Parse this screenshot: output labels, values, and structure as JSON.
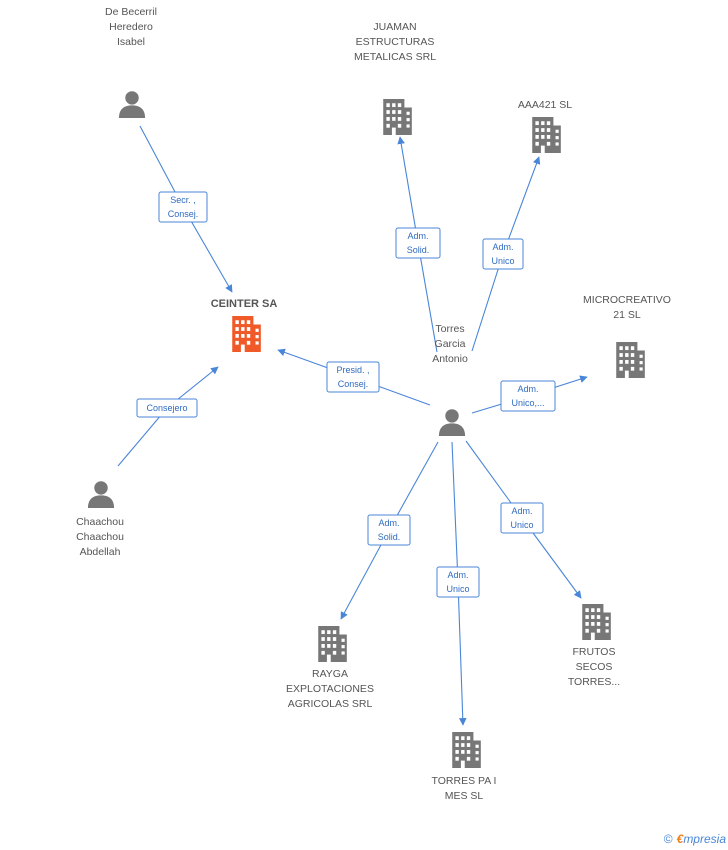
{
  "colors": {
    "edge": "#4a86d8",
    "company": "#777777",
    "focus": "#f05a28",
    "person": "#777777"
  },
  "nodes": [
    {
      "id": "ceinter",
      "type": "company-focus",
      "lines": [
        "CEINTER SA"
      ]
    },
    {
      "id": "becerril",
      "type": "person",
      "lines": [
        "De Becerril",
        "Heredero",
        "Isabel"
      ]
    },
    {
      "id": "chaachou",
      "type": "person",
      "lines": [
        "Chaachou",
        "Chaachou",
        "Abdellah"
      ]
    },
    {
      "id": "torres",
      "type": "person",
      "lines": [
        "Torres",
        "Garcia",
        "Antonio"
      ]
    },
    {
      "id": "juaman",
      "type": "company",
      "lines": [
        "JUAMAN",
        "ESTRUCTURAS",
        "METALICAS SRL"
      ]
    },
    {
      "id": "aaa421",
      "type": "company",
      "lines": [
        "AAA421 SL"
      ]
    },
    {
      "id": "microcreativo",
      "type": "company",
      "lines": [
        "MICROCREATIVO",
        "21 SL"
      ]
    },
    {
      "id": "frutos",
      "type": "company",
      "lines": [
        "FRUTOS",
        "SECOS",
        "TORRES..."
      ]
    },
    {
      "id": "torrespa",
      "type": "company",
      "lines": [
        "TORRES PA I",
        "MES  SL"
      ]
    },
    {
      "id": "rayga",
      "type": "company",
      "lines": [
        "RAYGA",
        "EXPLOTACIONES",
        "AGRICOLAS SRL"
      ]
    }
  ],
  "edges": [
    {
      "id": "becerril-ceinter",
      "lines": [
        "Secr. ,",
        "Consej."
      ]
    },
    {
      "id": "chaachou-ceinter",
      "lines": [
        "Consejero"
      ]
    },
    {
      "id": "torres-ceinter",
      "lines": [
        "Presid. ,",
        "Consej."
      ]
    },
    {
      "id": "torres-juaman",
      "lines": [
        "Adm.",
        "Solid."
      ]
    },
    {
      "id": "torres-aaa421",
      "lines": [
        "Adm.",
        "Unico"
      ]
    },
    {
      "id": "torres-microcreativo",
      "lines": [
        "Adm.",
        "Unico,..."
      ]
    },
    {
      "id": "torres-frutos",
      "lines": [
        "Adm.",
        "Unico"
      ]
    },
    {
      "id": "torres-torrespa",
      "lines": [
        "Adm.",
        "Unico"
      ]
    },
    {
      "id": "torres-rayga",
      "lines": [
        "Adm.",
        "Solid."
      ]
    }
  ],
  "footer": {
    "copyright": "©",
    "brand_first": "€",
    "brand_rest": "mpresia"
  }
}
